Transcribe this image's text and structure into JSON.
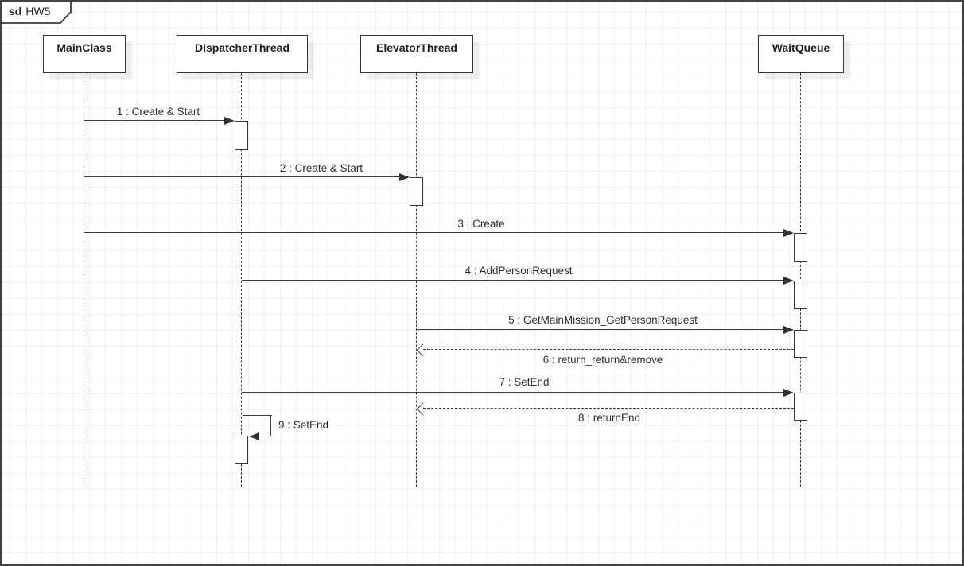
{
  "frame": {
    "keyword": "sd",
    "name": "HW5"
  },
  "colors": {
    "stroke": "#3c3c3c",
    "text": "#2e2e2e",
    "background": "#ffffff",
    "grid_line": "#f0f1f2",
    "frame_border": "#424242"
  },
  "participants": [
    {
      "label": "MainClass"
    },
    {
      "label": "DispatcherThread"
    },
    {
      "label": "ElevatorThread"
    },
    {
      "label": "WaitQueue"
    }
  ],
  "messages": [
    {
      "label": "1 : Create & Start",
      "from": "MainClass",
      "to": "DispatcherThread",
      "kind": "sync"
    },
    {
      "label": "2 : Create & Start",
      "from": "MainClass",
      "to": "ElevatorThread",
      "kind": "sync"
    },
    {
      "label": "3 : Create",
      "from": "MainClass",
      "to": "WaitQueue",
      "kind": "sync"
    },
    {
      "label": "4 : AddPersonRequest",
      "from": "DispatcherThread",
      "to": "WaitQueue",
      "kind": "sync"
    },
    {
      "label": "5 : GetMainMission_GetPersonRequest",
      "from": "ElevatorThread",
      "to": "WaitQueue",
      "kind": "sync"
    },
    {
      "label": "6 : return_return&remove",
      "from": "WaitQueue",
      "to": "ElevatorThread",
      "kind": "return"
    },
    {
      "label": "7 : SetEnd",
      "from": "DispatcherThread",
      "to": "WaitQueue",
      "kind": "sync"
    },
    {
      "label": "8 : returnEnd",
      "from": "WaitQueue",
      "to": "ElevatorThread",
      "kind": "return"
    },
    {
      "label": "9 : SetEnd",
      "from": "DispatcherThread",
      "to": "DispatcherThread",
      "kind": "self"
    }
  ]
}
